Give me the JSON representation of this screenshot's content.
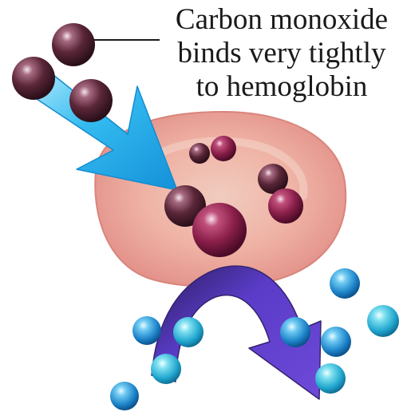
{
  "caption": {
    "line1": "Carbon monoxide",
    "line2": "binds very tightly",
    "line3": "to hemoglobin"
  },
  "colors": {
    "background": "#ffffff",
    "red_blood_cell": "#f2b2a3",
    "carbon_monoxide_molecule": "#5e2a3b",
    "oxygen_molecule": "#3fa4e0",
    "incoming_arrow": "#2fb7ec",
    "outgoing_arrow": "#5a3cc0"
  },
  "icons": {
    "carbon_monoxide": "dark-maroon-sphere",
    "oxygen": "light-blue-sphere",
    "cell": "red-blood-cell-disc"
  }
}
